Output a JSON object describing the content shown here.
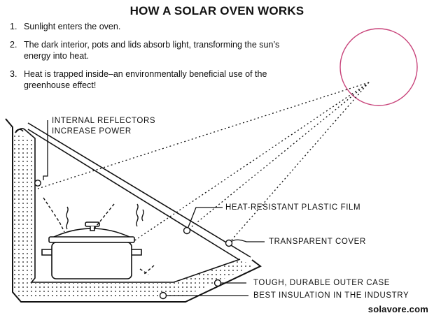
{
  "title": "HOW A SOLAR OVEN WORKS",
  "steps": [
    {
      "number": "1.",
      "text": "Sunlight enters the oven."
    },
    {
      "number": "2.",
      "text": "The dark interior, pots and lids absorb light, transforming the sun’s energy into heat."
    },
    {
      "number": "3.",
      "text": "Heat is trapped inside–an environmentally beneficial use of the greenhouse effect!"
    }
  ],
  "labels": {
    "internal_reflectors_line1": "INTERNAL REFLECTORS",
    "internal_reflectors_line2": "INCREASE POWER",
    "plastic_film": "HEAT-RESISTANT PLASTIC FILM",
    "transparent_cover": "TRANSPARENT COVER",
    "outer_case": "TOUGH, DURABLE OUTER CASE",
    "insulation": "BEST INSULATION IN THE INDUSTRY"
  },
  "credit": "solavore.com",
  "colors": {
    "sun_outline": "#c8437a",
    "line": "#111111"
  }
}
